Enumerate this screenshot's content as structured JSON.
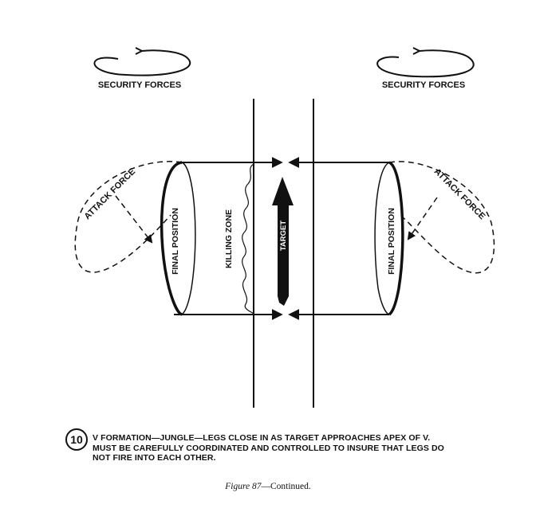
{
  "diagram": {
    "security_left": "SECURITY FORCES",
    "security_right": "SECURITY FORCES",
    "attack_left": "ATTACK FORCE",
    "attack_right": "ATTACK FORCE",
    "final_left": "FINAL POSITION",
    "final_right": "FINAL POSITION",
    "killing_zone": "KILLING ZONE",
    "target": "TARGET"
  },
  "caption": {
    "number": "10",
    "line1": "V FORMATION—JUNGLE—LEGS CLOSE IN AS TARGET APPROACHES APEX OF V.",
    "line2": "MUST BE CAREFULLY COORDINATED AND CONTROLLED TO INSURE THAT LEGS DO",
    "line3": "NOT FIRE INTO EACH OTHER."
  },
  "figure": {
    "label": "Figure 87",
    "suffix": "—Continued."
  }
}
